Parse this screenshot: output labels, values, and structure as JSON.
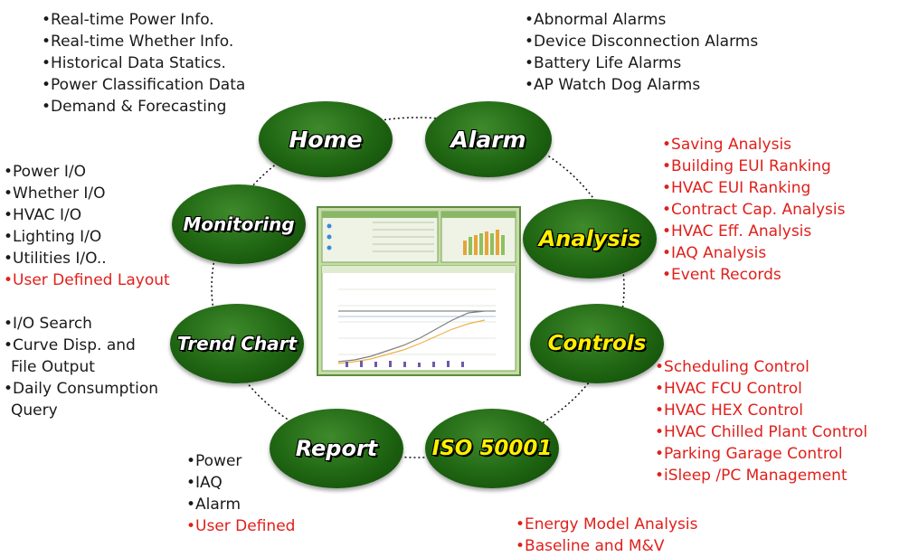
{
  "nodes": {
    "home": "Home",
    "alarm": "Alarm",
    "monitoring": "Monitoring",
    "analysis": "Analysis",
    "trend": "Trend Chart",
    "controls": "Controls",
    "report": "Report",
    "iso": "ISO 50001"
  },
  "home_items": [
    "•Real-time Power Info.",
    "•Real-time Whether Info.",
    "•Historical Data Statics.",
    "•Power Classification Data",
    "•Demand & Forecasting"
  ],
  "alarm_items": [
    "•Abnormal Alarms",
    "•Device Disconnection Alarms",
    "•Battery Life Alarms",
    "•AP Watch Dog Alarms"
  ],
  "monitoring_items": [
    "•Power I/O",
    "•Whether I/O",
    "•HVAC  I/O",
    "•Lighting  I/O",
    "•Utilities  I/O..",
    "•User Defined Layout"
  ],
  "analysis_items": [
    "•Saving Analysis",
    "•Building EUI Ranking",
    "•HVAC EUI Ranking",
    "•Contract Cap. Analysis",
    "•HVAC Eff. Analysis",
    "•IAQ Analysis",
    "•Event Records"
  ],
  "trend_items": [
    "•I/O Search",
    "•Curve Disp. and",
    "File Output",
    "•Daily Consumption",
    "Query"
  ],
  "controls_items": [
    "•Scheduling Control",
    "•HVAC FCU Control",
    "•HVAC HEX Control",
    "•HVAC Chilled Plant Control",
    "•Parking Garage Control",
    "•iSleep /PC Management"
  ],
  "report_items": [
    "•Power",
    "•IAQ",
    "•Alarm",
    "•User Defined"
  ],
  "iso_items": [
    "•Energy Model Analysis",
    "•Baseline and M&V"
  ],
  "colors": {
    "node_green": "#1f6512",
    "red_text": "#e0201b",
    "yellow_text": "#ffef00"
  }
}
